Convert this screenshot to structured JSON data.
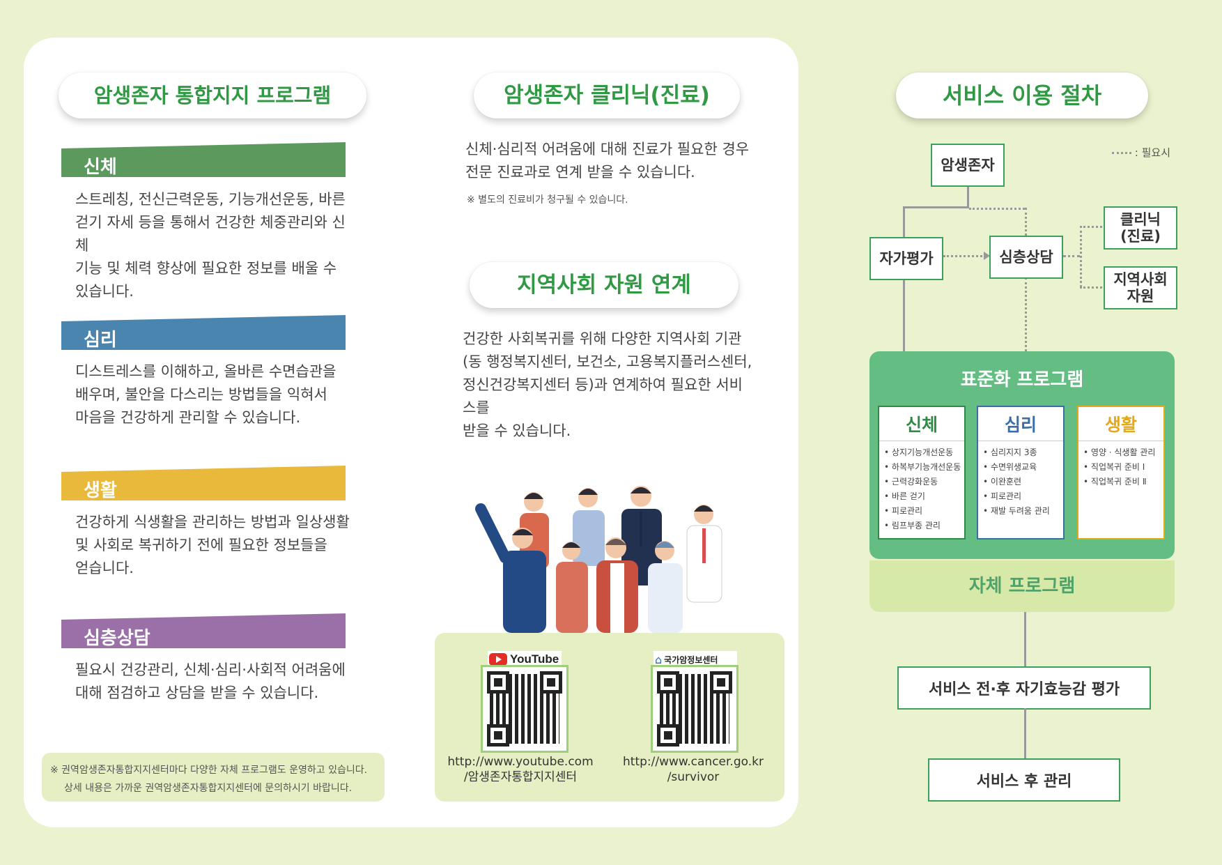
{
  "left": {
    "title": "암생존자 통합지지 프로그램",
    "sections": [
      {
        "label": "신체",
        "color": "#5b9a5c",
        "text": "스트레칭, 전신근력운동, 기능개선운동, 바른\n걷기 자세 등을 통해서 건강한 체중관리와 신체\n기능 및 체력 향상에 필요한 정보를 배울 수\n있습니다."
      },
      {
        "label": "심리",
        "color": "#4a85b0",
        "text": "디스트레스를 이해하고, 올바른 수면습관을\n배우며, 불안을 다스리는 방법들을 익혀서\n마음을 건강하게 관리할 수 있습니다."
      },
      {
        "label": "생활",
        "color": "#e8b93a",
        "text": "건강하게 식생활을 관리하는 방법과 일상생활\n및 사회로 복귀하기 전에 필요한 정보들을\n얻습니다."
      },
      {
        "label": "심층상담",
        "color": "#9b6fa8",
        "text": "필요시 건강관리, 신체·심리·사회적 어려움에\n대해 점검하고 상담을 받을 수 있습니다."
      }
    ],
    "footnote_1": "※ 권역암생존자통합지지센터마다 다양한 자체 프로그램도 운영하고 있습니다.",
    "footnote_2": "상세 내용은 가까운 권역암생존자통합지지센터에 문의하시기 바랍니다."
  },
  "middle": {
    "clinic_title": "암생존자 클리닉(진료)",
    "clinic_text": "신체·심리적 어려움에 대해 진료가 필요한 경우\n전문 진료과로 연계 받을 수 있습니다.",
    "clinic_note": "※ 별도의 진료비가 청구될 수 있습니다.",
    "community_title": "지역사회 자원 연계",
    "community_text": "건강한 사회복귀를 위해 다양한 지역사회 기관\n(동 행정복지센터, 보건소, 고용복지플러스센터,\n정신건강복지센터 등)과 연계하여 필요한 서비스를\n받을 수 있습니다.",
    "qr": [
      {
        "brand": "YouTube",
        "url": "http://www.youtube.com\n/암생존자통합지지센터"
      },
      {
        "brand": "국가암정보센터",
        "url": "http://www.cancer.go.kr\n/survivor"
      }
    ]
  },
  "right": {
    "title": "서비스 이용 절차",
    "legend": "----- : 필요시",
    "nodes": {
      "survivor": "암생존자",
      "self_eval": "자가평가",
      "counsel": "심층상담",
      "clinic": "클리닉\n(진료)",
      "community": "지역사회\n자원"
    },
    "standard_program": {
      "title": "표준화 프로그램",
      "columns": [
        {
          "head": "신체",
          "color": "#2f8a44",
          "items": [
            "상지기능개선운동",
            "하복부기능개선운동",
            "근력강화운동",
            "바른 걷기",
            "피로관리",
            "림프부종 관리"
          ]
        },
        {
          "head": "심리",
          "color": "#3a6ea8",
          "items": [
            "심리지지 3종",
            "수면위생교육",
            "이완훈련",
            "피로관리",
            "재발 두려움 관리"
          ]
        },
        {
          "head": "생활",
          "color": "#e2a91f",
          "items": [
            "영양 · 식생활 관리",
            "직업복귀 준비 Ⅰ",
            "직업복귀 준비 Ⅱ"
          ]
        }
      ]
    },
    "own_program": "자체 프로그램",
    "eval": "서비스 전·후 자기효능감 평가",
    "after": "서비스 후 관리"
  }
}
